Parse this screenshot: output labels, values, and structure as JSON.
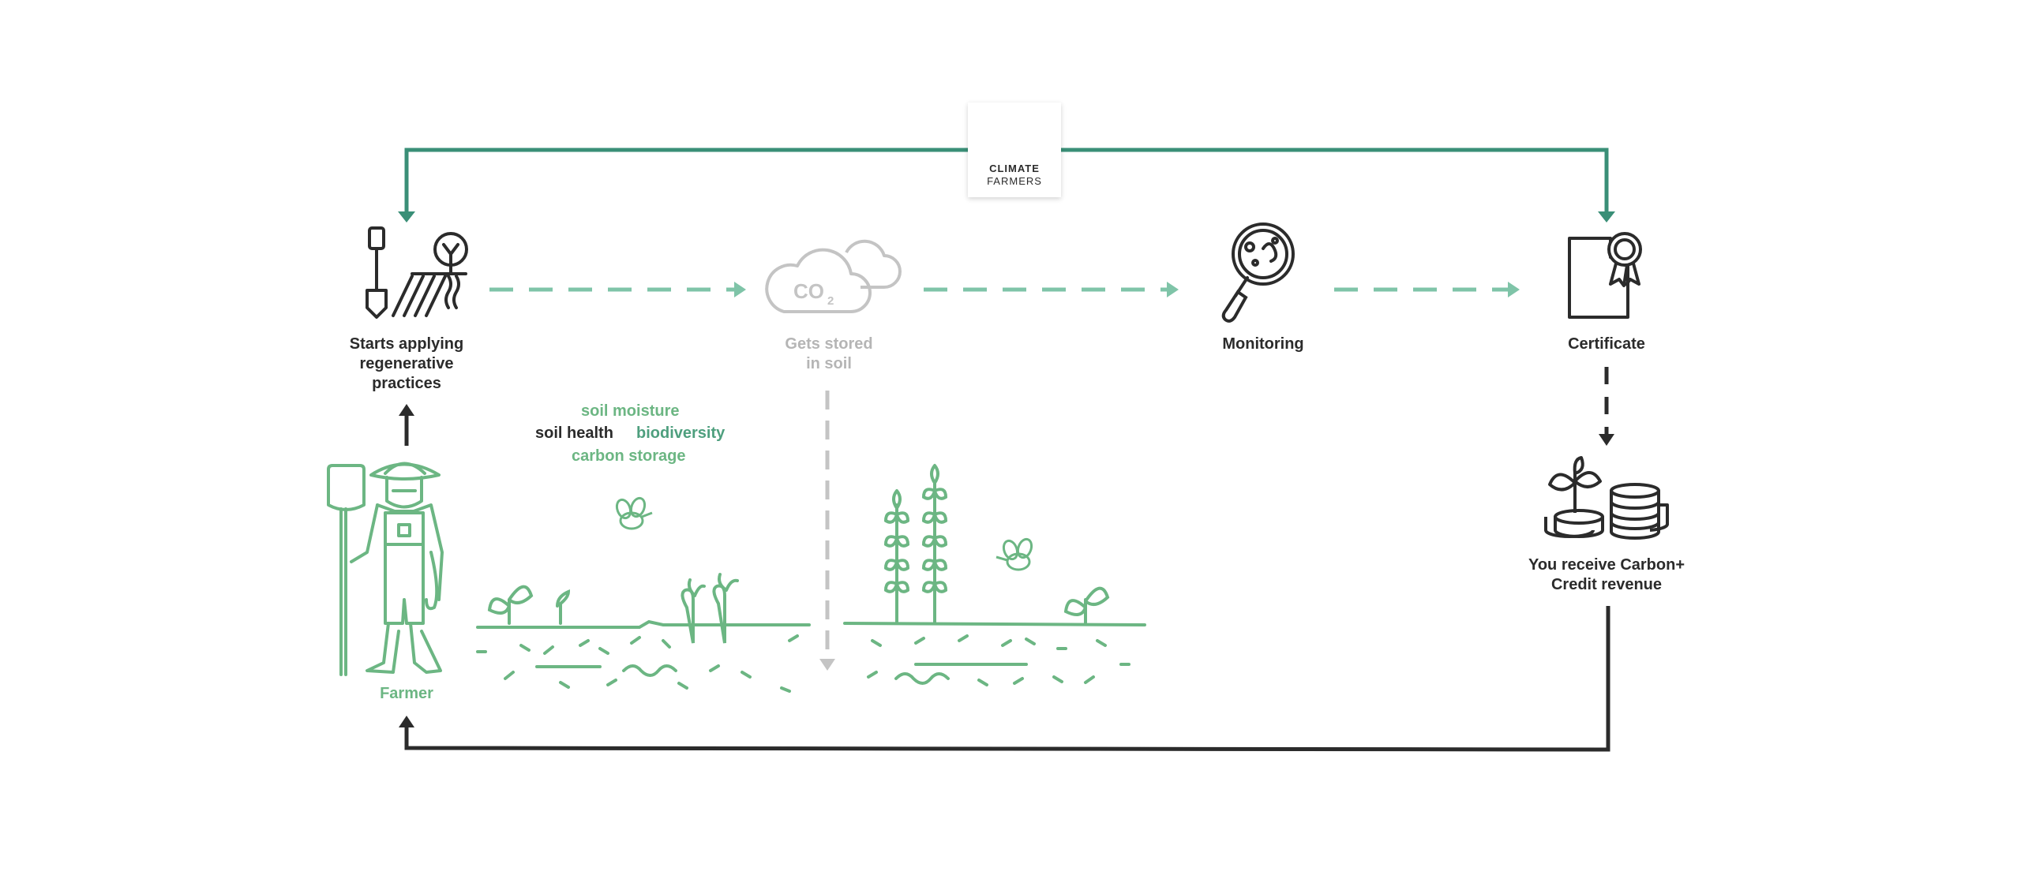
{
  "logo": {
    "line1": "CLIMATE",
    "line2": "FARMERS"
  },
  "steps": {
    "practices": {
      "line1": "Starts applying",
      "line2": "regenerative",
      "line3": "practices"
    },
    "stored": {
      "line1": "Gets stored",
      "line2": "in soil",
      "co2": "CO",
      "co2_sub": "2"
    },
    "monitoring": {
      "label": "Monitoring"
    },
    "certificate": {
      "label": "Certificate"
    },
    "revenue": {
      "line1": "You receive Carbon+",
      "line2": "Credit revenue"
    },
    "farmer": {
      "label": "Farmer"
    }
  },
  "soil_benefits": {
    "moisture": "soil moisture",
    "health": "soil health",
    "biodiversity": "biodiversity",
    "storage": "carbon storage"
  },
  "colors": {
    "teal": "#3a8f77",
    "dash_green": "#7fc4a8",
    "farmer_green": "#6cb683",
    "dark": "#2b2b2b",
    "grey": "#c4c4c4"
  }
}
